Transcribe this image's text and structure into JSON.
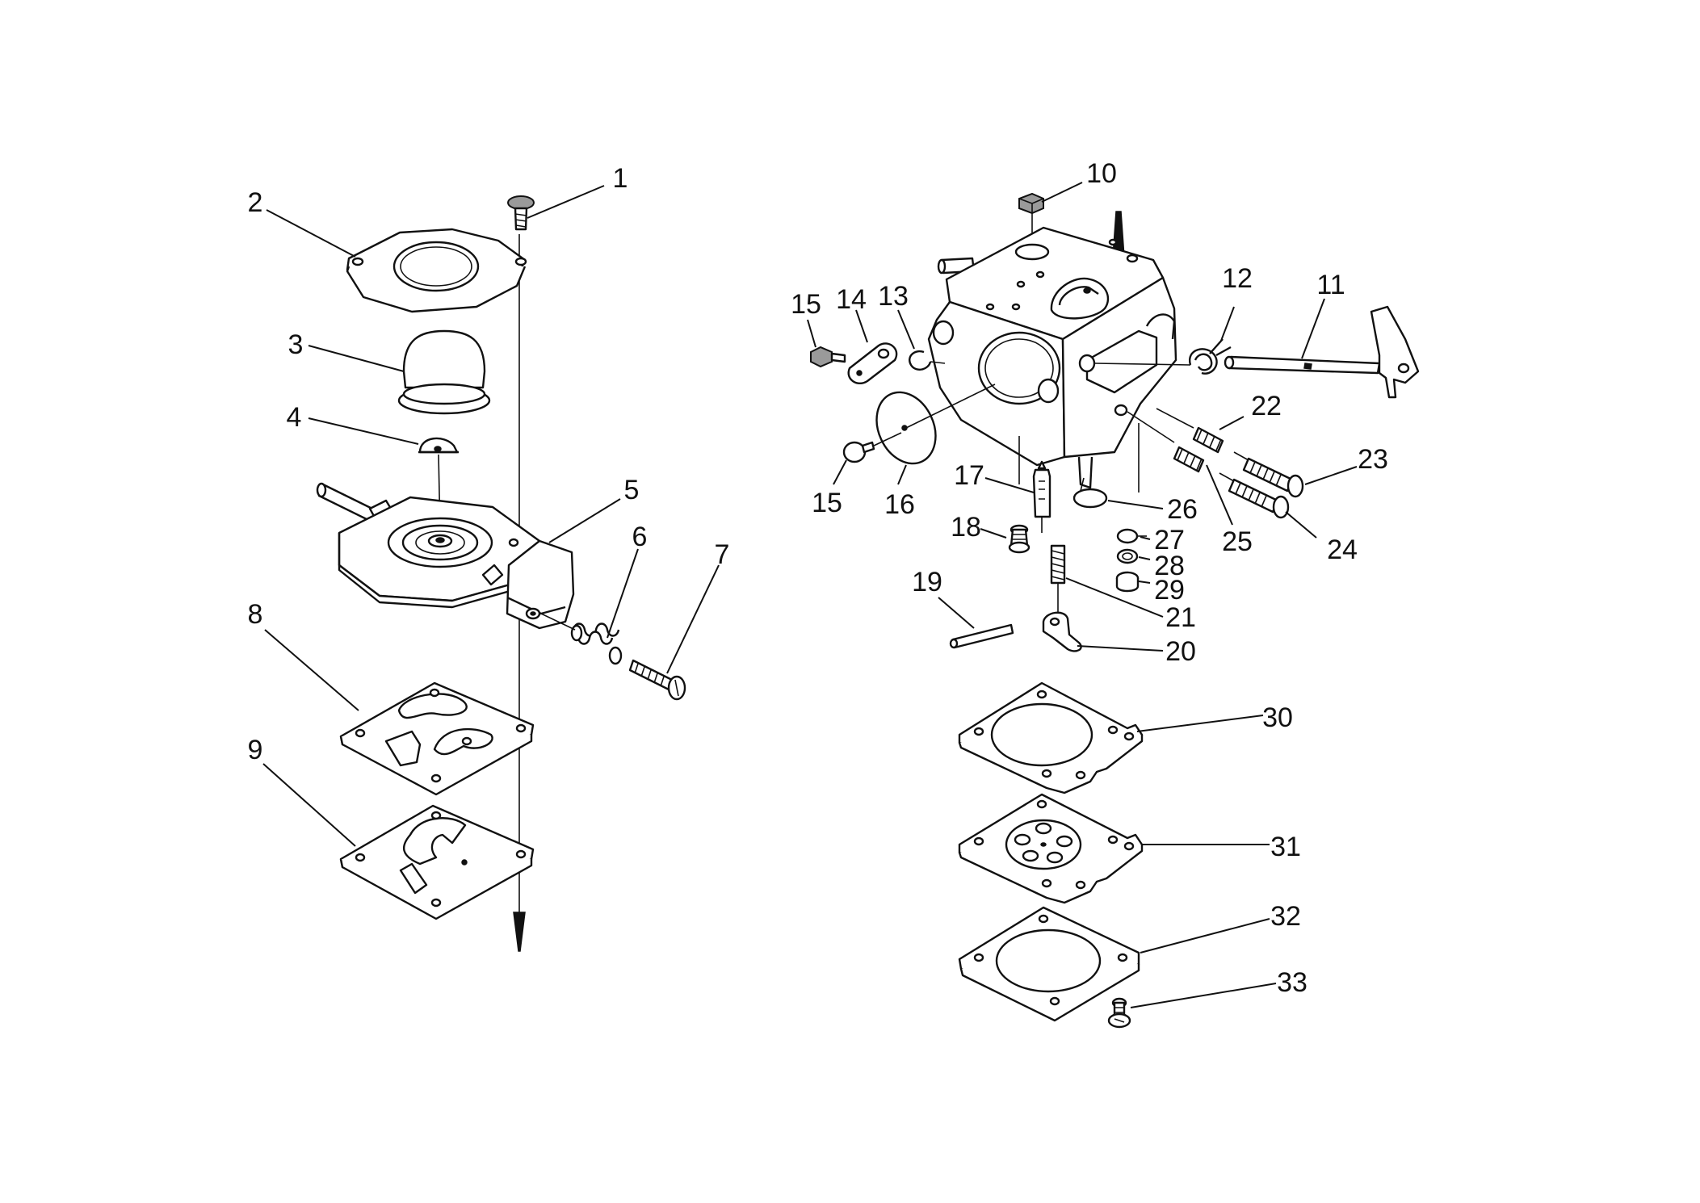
{
  "diagram": {
    "labels": {
      "p1": "1",
      "p2": "2",
      "p3": "3",
      "p4": "4",
      "p5": "5",
      "p6": "6",
      "p7": "7",
      "p8": "8",
      "p9": "9",
      "p10": "10",
      "p11": "11",
      "p12": "12",
      "p13": "13",
      "p14": "14",
      "p15a": "15",
      "p15b": "15",
      "p16": "16",
      "p17": "17",
      "p18": "18",
      "p19": "19",
      "p20": "20",
      "p21": "21",
      "p22": "22",
      "p23": "23",
      "p24": "24",
      "p25": "25",
      "p26": "26",
      "p27": "27",
      "p28": "28",
      "p29": "29",
      "p30": "30",
      "p31": "31",
      "p32": "32",
      "p33": "33"
    },
    "colors": {
      "line": "#111111",
      "background": "#ffffff",
      "shade": "#9a9a9a"
    }
  }
}
